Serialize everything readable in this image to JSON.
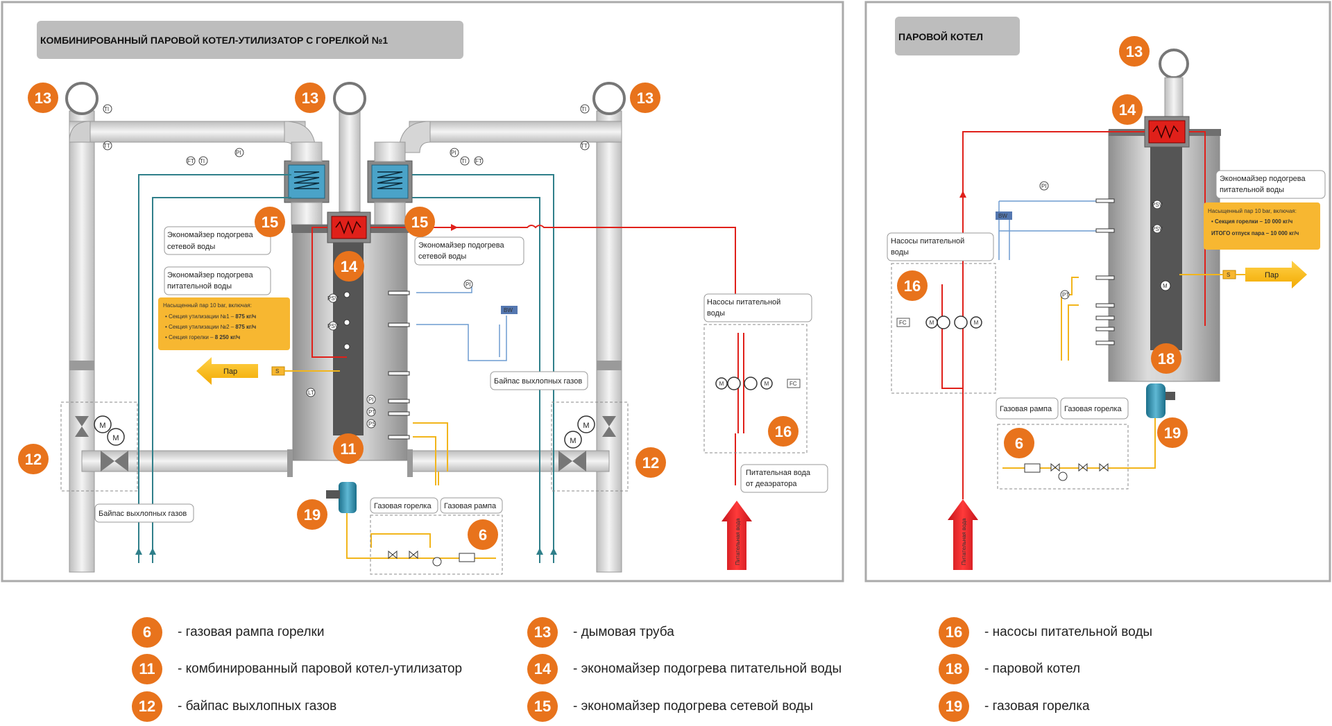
{
  "panels": {
    "left_title": "КОМБИНИРОВАННЫЙ ПАРОВОЙ КОТЕЛ-УТИЛИЗАТОР С ГОРЕЛКОЙ №1",
    "right_title": "ПАРОВОЙ КОТЕЛ"
  },
  "labels": {
    "eco_network_left": [
      "Экономайзер подогрева",
      "сетевой воды"
    ],
    "eco_network_right": [
      "Экономайзер подогрева",
      "сетевой воды"
    ],
    "eco_feed_left": [
      "Экономайзер подогрева",
      "питательной воды"
    ],
    "eco_feed_right": [
      "Экономайзер подогрева",
      "питательной воды"
    ],
    "pumps_left": [
      "Насосы питательной",
      "воды"
    ],
    "pumps_right": [
      "Насосы питательной",
      "воды"
    ],
    "feed_from_deaerator": [
      "Питательная вода",
      "от деаэратора"
    ],
    "bypass_gas_1": "Байпас выхлопных газов",
    "bypass_gas_2": "Байпас выхлопных газов",
    "gas_burner_left": "Газовая горелка",
    "gas_ramp_left": "Газовая рампа",
    "gas_burner_right": "Газовая горелка",
    "gas_ramp_right": "Газовая рампа",
    "steam_left": "Пар",
    "steam_right": "Пар",
    "feed_water_arrow": "Питательная вода"
  },
  "info_left": {
    "title": "Насыщенный пар 10 bar, включая:",
    "items": [
      {
        "text": "Секция утилизации №1 – ",
        "value": "875 кг/ч"
      },
      {
        "text": "Секция утилизации №2 – ",
        "value": "875 кг/ч"
      },
      {
        "text": "Секция горелки – ",
        "value": "8 250 кг/ч"
      }
    ]
  },
  "info_right": {
    "title": "Насыщенный пар 10 bar, включая:",
    "item": "Секция горелки –  10 000 кг/ч",
    "total": "ИТОГО отпуск пара –  10 000 кг/ч"
  },
  "badges": {
    "b6": "6",
    "b11": "11",
    "b12": "12",
    "b13": "13",
    "b14": "14",
    "b15": "15",
    "b16": "16",
    "b18": "18",
    "b19": "19"
  },
  "instruments": {
    "ti": "TI",
    "tt": "TT",
    "pi": "PI",
    "ps": "PS",
    "psv": "PSV",
    "ft": "FT",
    "pt": "PT",
    "lt": "LT",
    "m": "M",
    "s": "S",
    "bw": "BW",
    "fc": "FC"
  },
  "legend": [
    {
      "num": "6",
      "text": "- газовая рампа горелки"
    },
    {
      "num": "11",
      "text": "- комбинированный паровой котел-утилизатор"
    },
    {
      "num": "12",
      "text": "- байпас выхлопных газов"
    },
    {
      "num": "13",
      "text": "- дымовая труба"
    },
    {
      "num": "14",
      "text": "- экономайзер подогрева питательной воды"
    },
    {
      "num": "15",
      "text": "- экономайзер подогрева сетевой воды"
    },
    {
      "num": "16",
      "text": "- насосы питательной воды"
    },
    {
      "num": "18",
      "text": "- паровой котел"
    },
    {
      "num": "19",
      "text": "- газовая горелка"
    }
  ],
  "colors": {
    "badge": "#e8731c",
    "steam_line": "#e0201a",
    "network_water": "#2f7f8a",
    "gas_line": "#f2b51b",
    "info_box": "#f7b731",
    "panel_border": "#aaaaaa",
    "title_bar": "#bdbdbd",
    "water_blue": "#6d9bd1"
  }
}
